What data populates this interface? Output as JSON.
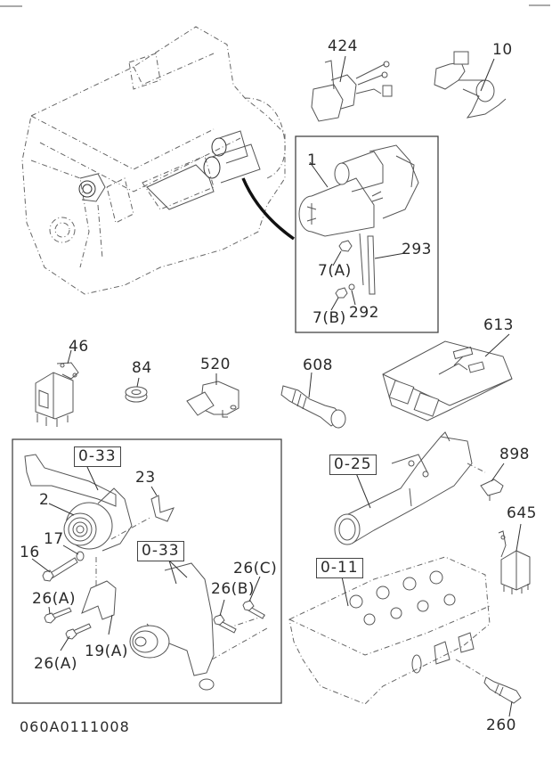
{
  "diagram": {
    "title_code": "060A0111008",
    "part_labels": [
      {
        "id": "p424",
        "text": "424"
      },
      {
        "id": "p10",
        "text": "10"
      },
      {
        "id": "p1",
        "text": "1"
      },
      {
        "id": "p293",
        "text": "293"
      },
      {
        "id": "p7a",
        "text": "7(A)"
      },
      {
        "id": "p7b",
        "text": "7(B)"
      },
      {
        "id": "p292",
        "text": "292"
      },
      {
        "id": "p46",
        "text": "46"
      },
      {
        "id": "p84",
        "text": "84"
      },
      {
        "id": "p520",
        "text": "520"
      },
      {
        "id": "p608",
        "text": "608"
      },
      {
        "id": "p613",
        "text": "613"
      },
      {
        "id": "p898",
        "text": "898"
      },
      {
        "id": "p645",
        "text": "645"
      },
      {
        "id": "p260",
        "text": "260"
      },
      {
        "id": "p2",
        "text": "2"
      },
      {
        "id": "p23",
        "text": "23"
      },
      {
        "id": "p17",
        "text": "17"
      },
      {
        "id": "p16",
        "text": "16"
      },
      {
        "id": "p26a1",
        "text": "26(A)"
      },
      {
        "id": "p26a2",
        "text": "26(A)"
      },
      {
        "id": "p19a",
        "text": "19(A)"
      },
      {
        "id": "p26b",
        "text": "26(B)"
      },
      {
        "id": "p26c",
        "text": "26(C)"
      }
    ],
    "ref_boxes": [
      {
        "id": "r033a",
        "text": "0-33"
      },
      {
        "id": "r033b",
        "text": "0-33"
      },
      {
        "id": "r025",
        "text": "0-25"
      },
      {
        "id": "r011",
        "text": "0-11"
      }
    ],
    "components": [
      {
        "name": "engine-assembly"
      },
      {
        "name": "starter-motor",
        "part": "1"
      },
      {
        "name": "solenoid-424",
        "part": "424"
      },
      {
        "name": "sensor-bracket-10",
        "part": "10"
      },
      {
        "name": "relay-46",
        "part": "46"
      },
      {
        "name": "grommet-84",
        "part": "84"
      },
      {
        "name": "pressure-sensor-520",
        "part": "520"
      },
      {
        "name": "temp-sensor-608",
        "part": "608"
      },
      {
        "name": "ecu-613",
        "part": "613"
      },
      {
        "name": "alternator",
        "part": "2"
      },
      {
        "name": "water-pipe"
      },
      {
        "name": "sensor-898",
        "part": "898"
      },
      {
        "name": "relay-645",
        "part": "645"
      },
      {
        "name": "cylinder-head"
      },
      {
        "name": "sensor-260",
        "part": "260"
      }
    ]
  }
}
